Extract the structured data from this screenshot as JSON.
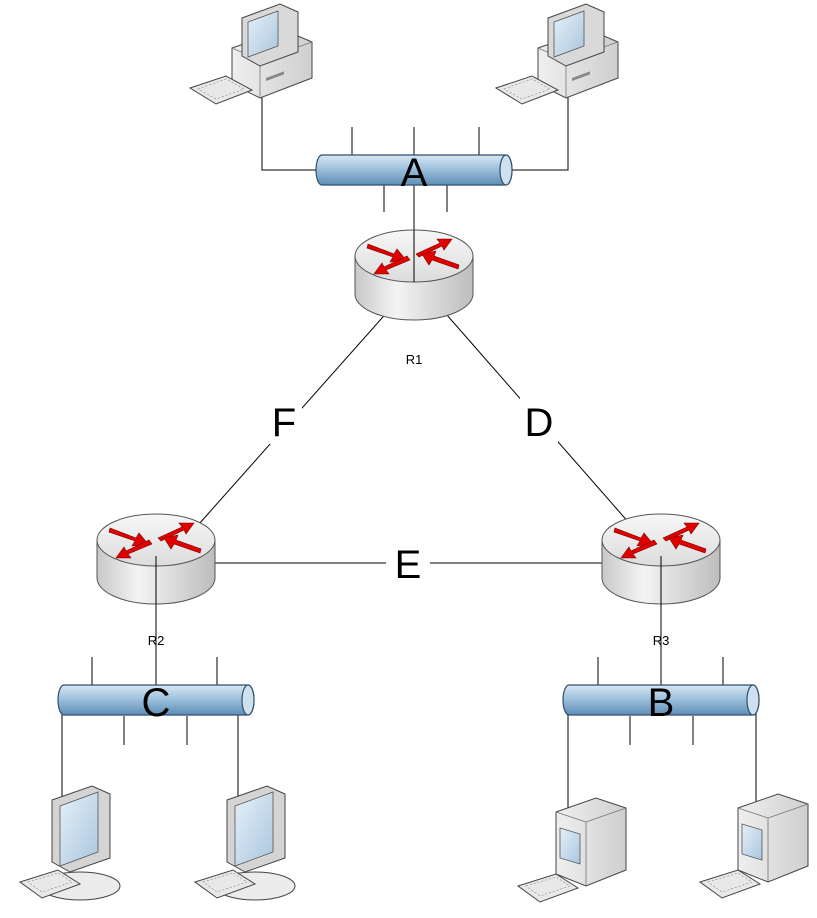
{
  "diagram": {
    "links": {
      "a": "A",
      "b": "B",
      "c": "C",
      "d": "D",
      "e": "E",
      "f": "F"
    },
    "routers": {
      "r1": "R1",
      "r2": "R2",
      "r3": "R3"
    },
    "icons": {
      "router": "router-icon",
      "bus": "network-bus-icon",
      "pc": "desktop-computer-icon",
      "workstation": "workstation-icon"
    },
    "colors": {
      "bus_fill": "#9fc2de",
      "router_body": "#e4e4e4",
      "router_arrows": "#e00000"
    }
  }
}
